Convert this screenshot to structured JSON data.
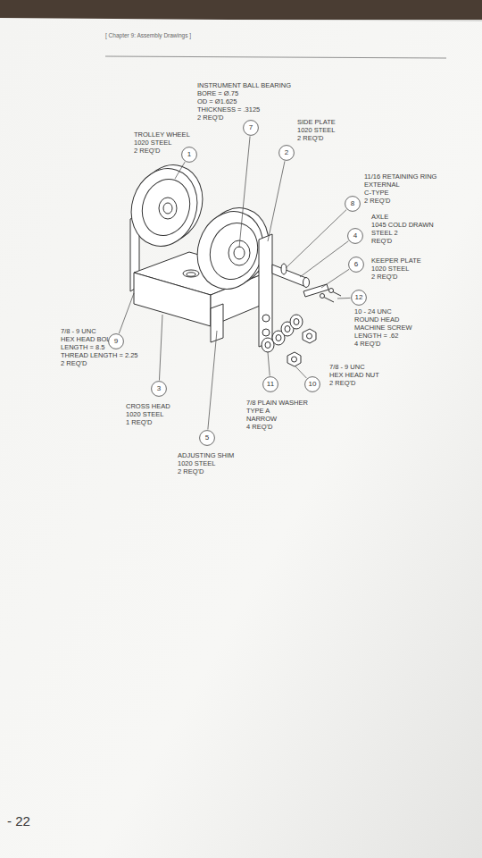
{
  "diagram": {
    "nodes": [
      {
        "text": [
          "7"
        ]
      },
      {
        "text": [
          "1"
        ]
      },
      {
        "text": [
          "2"
        ]
      },
      {
        "text": [
          "8"
        ]
      },
      {
        "text": [
          "4"
        ]
      },
      {
        "text": [
          "6"
        ]
      },
      {
        "text": [
          "12"
        ]
      },
      {
        "text": [
          "9"
        ]
      },
      {
        "text": [
          "3"
        ]
      },
      {
        "text": [
          "11"
        ]
      },
      {
        "text": [
          "10"
        ]
      },
      {
        "text": [
          "5"
        ]
      }
    ],
    "labels": [
      "[ Chapter 9: Assembly Drawings ]",
      "INSTRUMENT BALL BEARING BORE = Ø.75 OD = Ø1.625 THICKNESS = .3125 2 REQ'D",
      "TROLLEY WHEEL 1020 STEEL 2 REQ'D",
      "SIDE PLATE 1020 STEEL 2 REQ'D",
      "11/16 RETAINING RING EXTERNAL C-TYPE 2 REQ'D",
      "AXLE 1045 COLD DRAWN STEEL 2 REQ'D",
      "KEEPER PLATE 1020 STEEL 2 REQ'D",
      "10 - 24 UNC ROUND HEAD MACHINE SCREW LENGTH = .62 4 REQ'D",
      "7/8 - 9 UNC HEX HEAD BOLT LENGTH = 8.5 THREAD LENGTH = 2.25 2 REQ'D",
      "7/8 - 9 UNC HEX HEAD NUT 2 REQ'D",
      "7/8 PLAIN WASHER TYPE A NARROW 4 REQ'D",
      "CROSS HEAD 1020 STEEL 1 REQ'D",
      "ADJUSTING SHIM 1020 STEEL 2 REQ'D",
      "- 22"
    ]
  }
}
